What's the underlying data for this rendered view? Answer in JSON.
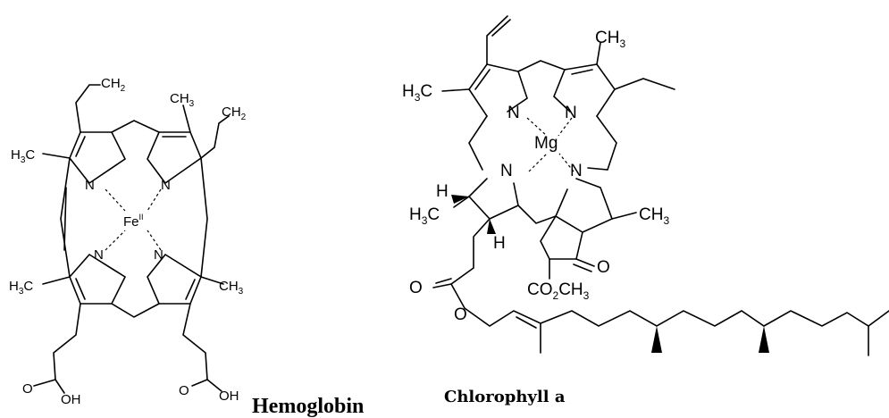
{
  "hemoglobin": {
    "caption": "Hemoglobin",
    "labels": {
      "vinyl1": "CH",
      "vinyl1_sub": "2",
      "methyl_top": "CH",
      "methyl_top_sub": "3",
      "vinyl2": "CH",
      "vinyl2_sub": "2",
      "methyl_left": "H",
      "methyl_left_sub": "3",
      "methyl_left_c": "C",
      "methyl_bl": "H",
      "methyl_bl_sub": "3",
      "methyl_bl_c": "C",
      "methyl_br": "CH",
      "methyl_br_sub": "3",
      "n1": "N",
      "n2": "N",
      "n3": "N",
      "n4": "N",
      "metal": "Fe",
      "metal_sup": "II",
      "o_left": "O",
      "oh_left": "OH",
      "o_right": "O",
      "oh_right": "OH"
    }
  },
  "chlorophyll": {
    "caption": "Chlorophyll a",
    "labels": {
      "methyl_top": "CH",
      "methyl_top_sub": "3",
      "methyl_left": "H",
      "methyl_left_sub": "3",
      "methyl_left_c": "C",
      "n1": "N",
      "n2": "N",
      "n3": "N",
      "n4": "N",
      "metal": "Mg",
      "h_upper": "H",
      "methyl_ring": "H",
      "methyl_ring_sub": "3",
      "methyl_ring_c": "C",
      "h_lower": "H",
      "methyl_right": "CH",
      "methyl_right_sub": "3",
      "keto_o": "O",
      "ester_a": "CO",
      "ester_sub": "2",
      "ester_b": "CH",
      "ester_sub2": "3",
      "o_carbonyl": "O",
      "o_ester": "O"
    }
  }
}
